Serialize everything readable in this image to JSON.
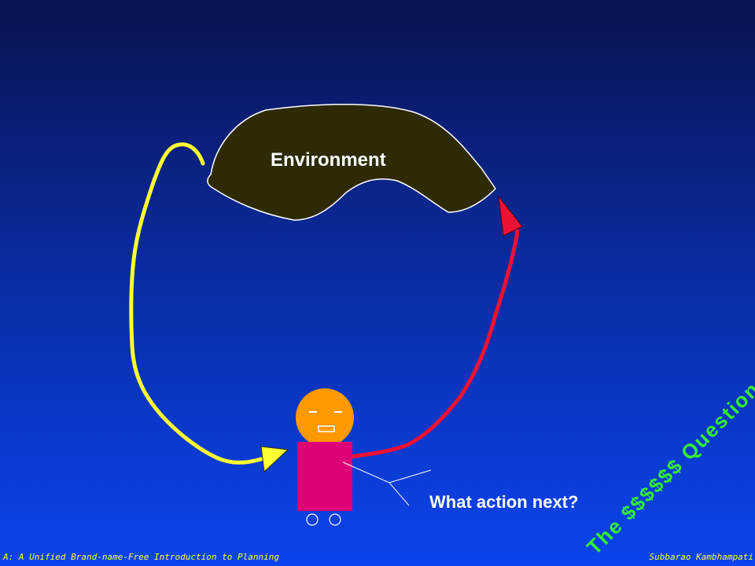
{
  "diagram": {
    "environment_label": "Environment",
    "agent_question": "What action next?",
    "side_caption": "The $$$$$$ Question",
    "colors": {
      "environment_fill": "#2d2a05",
      "environment_outline": "#ffffff",
      "percept_arrow": "#ffff33",
      "action_arrow": "#ee1133",
      "agent_head": "#ff9900",
      "agent_body": "#dd0077",
      "caption": "#33ee33"
    }
  },
  "footer": {
    "left": "A: A  Unified Brand-name-Free Introduction to Planning",
    "right": "Subbarao Kambhampati"
  }
}
